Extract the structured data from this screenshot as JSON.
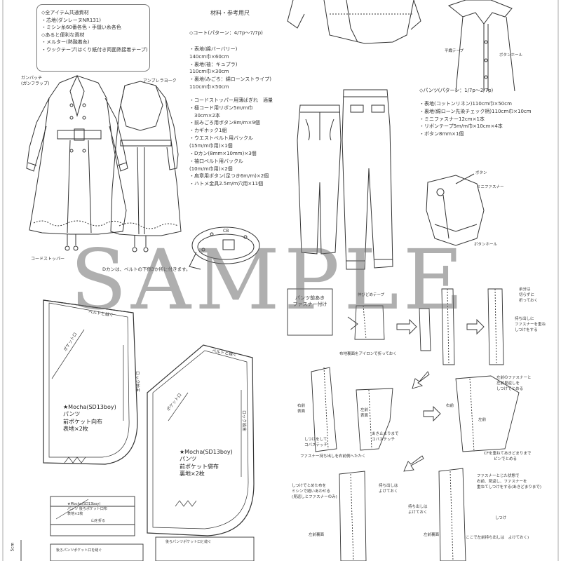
{
  "notes": {
    "items": [
      "◇全アイテム共通資材",
      "・芯地(ダンレーヌNR131)",
      "・ミシン糸60番各色・手縫い糸各色",
      "◇あると便利な資材",
      "・メルター(熱融着糸)",
      "・ウックテープ(はくり紙付き両面熱接着テープ)"
    ]
  },
  "materials": {
    "title": "材料・参考用尺",
    "coat_header": "◇コート(パターン：4/7p〜7/7p)",
    "coat_items": [
      "・表地(綿バーバリー)",
      "140cm巾×60cm",
      "・裏地(袖：キュプラ)",
      "110cm巾×30cm",
      "・裏地(みごろ：綿ローンストライプ)",
      "110cm巾×50cm",
      "・コードストッパー用薄ばぎれ　適量",
      "・極コード用リボン5m/m巾",
      "　30cm×2本",
      "・前みごろ用ボタン8m/m×9個",
      "・カギホック1組",
      "・ウエストベルト用バックル",
      "(15m/m巾用)×1個",
      "・Dカン(8mm×10mm)×3個",
      "・袖口ベルト用バックル",
      "(10m/m巾用)×2個",
      "・肩章用ボタン(足つき6m/m)×2個",
      "・ハトメ金具2.5m/m穴用×11個"
    ],
    "pants_header": "◇パンツ(パターン：1/7p〜2/7p)",
    "pants_items": [
      "・表地(コットンリネン)110cm巾×50cm",
      "・裏地(綿ローン先染チェック柄)110cm巾×10cm",
      "・ミニファスナー12cm×1本",
      "・リボンテープ5m/m巾×10cm×4本",
      "・ボタン8mm×1個"
    ]
  },
  "coat_labels": {
    "gun_patch": "ガンパッチ",
    "gun_flap": "(ガンフラップ)",
    "umbrella_yoke": "アンブレラヨーク",
    "cord_stopper": "コードストッパー",
    "dring_note": "Dカンは、ベルトの下側3か所に付きます。",
    "cb": "CB"
  },
  "shirt_labels": {
    "placket_tape": "平織テープ",
    "buttonhole": "ボタンホール"
  },
  "zip_labels": {
    "button": "ボタン",
    "mini_fastener": "ミニファスナー",
    "buttonhole": "ボタンホール"
  },
  "pattern_piece_1": {
    "title": "★Mocha(SD13boy)",
    "line2": "パンツ",
    "line3": "前ポケット向布",
    "line4": "表地×2枚",
    "edge1": "ベルトと縫ぐ",
    "edge2": "ポケット口",
    "edge3": "ロック始末"
  },
  "pattern_piece_2": {
    "title": "★Mocha(SD13boy)",
    "line2": "パンツ",
    "line3": "前ポケット袋布",
    "line4": "裏地×2枚",
    "edge1": "ベルトと縫ぐ",
    "edge2": "ポケット口",
    "edge3": "ロック始末"
  },
  "bottom_strip": {
    "text1": "★Mocha(SD13boy)",
    "text2": "パンツ 後ろポケット口布",
    "text3": "表地×2枚",
    "text4": "山を折る",
    "text5": "後ろパンツポケット口を縫ぐ",
    "text6": "後ろパンツポケット口と縫ぐ",
    "scale": "5cm"
  },
  "zipper_steps": {
    "box_title": "パンツ前あき",
    "box_title2": "ファスナー付け",
    "tape_label": "伸びどめテープ",
    "iron_note": "布地裏面をアイロンで折っておく",
    "fold_note1": "余分は",
    "fold_note2": "切らずに",
    "fold_note3": "折っておく",
    "fold_note4": "持ち出しに",
    "fold_note5": "ファスナーを重ね",
    "fold_note6": "しつけをする",
    "right_front": "右前",
    "right_front_face": "表面",
    "left_front": "左前",
    "left_front_face": "表面",
    "stitch_note1": "しつけをして",
    "stitch_note2": "コバステッチ",
    "stitch_note3": "あき止まりまで",
    "stitch_note4": "コバステッチ",
    "zip_fold_note": "ファスナー持ち出しを右前側へたたく",
    "right_zip_note1": "左前のファスナーと",
    "right_zip_note2": "左前見返しを",
    "right_zip_note3": "しつけでとめる",
    "cf_note1": "CFを重ねてあきどまりまで",
    "cf_note2": "ピンでとめる",
    "baste_note1": "しつけでとめた布を",
    "baste_note2": "ミシンで縫いあわせる",
    "baste_note3": "(見返しとファスナーのみ)",
    "pull_note1": "持ち出しは",
    "pull_note2": "よけておく",
    "pull_note3": "持ち出しは",
    "pull_note4": "よけておく",
    "final_note1": "ファスナーとじた状態で",
    "final_note2": "右前、見返し、ファスナーを",
    "final_note3": "重ねてしつけをする(あきどまりまで)",
    "basting": "しつけ",
    "left_front_back": "左前裏面",
    "left_front_back2": "左前裏面",
    "bottom_note": "(ここで左前持ち出しは　よけておく)"
  },
  "watermark": "SAMPLE"
}
